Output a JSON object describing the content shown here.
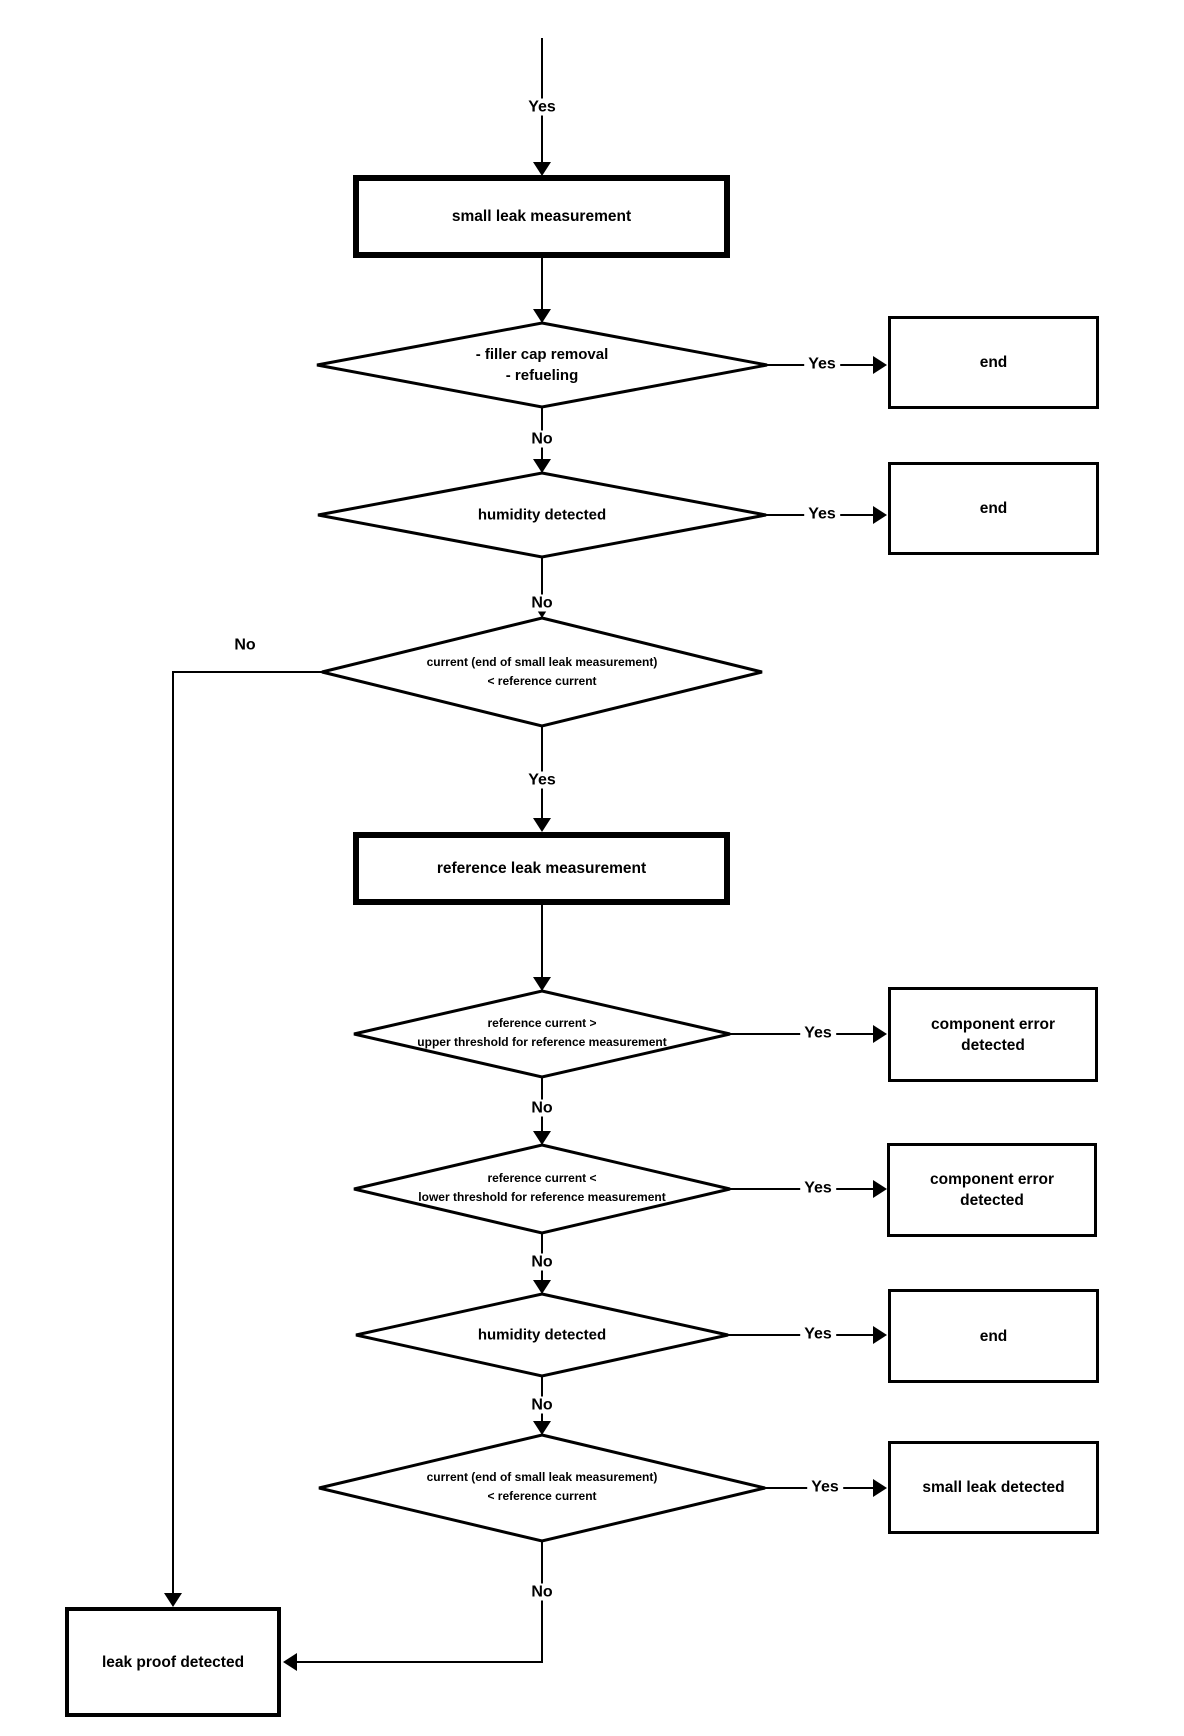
{
  "flowchart": {
    "colors": {
      "stroke": "#000000",
      "background": "#ffffff"
    },
    "start": {
      "label": "Yes"
    },
    "processes": {
      "small_leak_measurement": {
        "label": "small leak measurement"
      },
      "reference_leak_measurement": {
        "label": "reference leak measurement"
      }
    },
    "decisions": {
      "filler_cap_refueling": {
        "line1": "- filler cap removal",
        "line2": "- refueling",
        "yes_label": "Yes",
        "no_label": "No"
      },
      "humidity_1": {
        "line1": "humidity detected",
        "yes_label": "Yes",
        "no_label": "No"
      },
      "current_lt_reference_1": {
        "line1": "current (end of small leak measurement)",
        "line2": "<  reference current",
        "yes_label": "Yes",
        "no_label": "No"
      },
      "ref_current_gt_upper": {
        "line1": "reference current  >",
        "line2": "upper threshold for reference measurement",
        "yes_label": "Yes",
        "no_label": "No"
      },
      "ref_current_lt_lower": {
        "line1": "reference current  <",
        "line2": "lower threshold for reference measurement",
        "yes_label": "Yes",
        "no_label": "No"
      },
      "humidity_2": {
        "line1": "humidity detected",
        "yes_label": "Yes",
        "no_label": "No"
      },
      "current_lt_reference_2": {
        "line1": "current (end of small leak measurement)",
        "line2": "<  reference current",
        "yes_label": "Yes",
        "no_label": "No"
      }
    },
    "terminals": {
      "end_1": {
        "label": "end"
      },
      "end_2": {
        "label": "end"
      },
      "component_error_1": {
        "line1": "component error",
        "line2": "detected"
      },
      "component_error_2": {
        "line1": "component error",
        "line2": "detected"
      },
      "end_3": {
        "label": "end"
      },
      "small_leak_detected": {
        "label": "small leak detected"
      },
      "leak_proof_detected": {
        "label": "leak proof detected"
      }
    }
  }
}
